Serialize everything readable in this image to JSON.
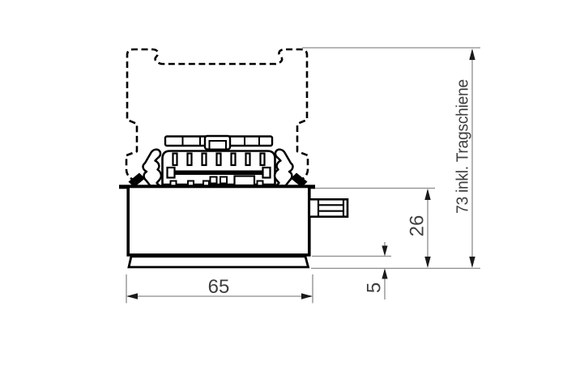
{
  "drawing": {
    "description": "Technical dimension drawing: front view of a DIN-rail mounted device with dashed mounting-rail outline",
    "colors": {
      "outline": "#000000",
      "dimension_line": "#8c8c8c",
      "dimension_text": "#3f3f3f",
      "background": "#ffffff"
    },
    "dimensions": {
      "width": {
        "label": "65"
      },
      "base_height": {
        "label": "5"
      },
      "body_height": {
        "label": "26"
      },
      "total_height": {
        "label": "73 inkl. Tragschiene"
      }
    }
  }
}
